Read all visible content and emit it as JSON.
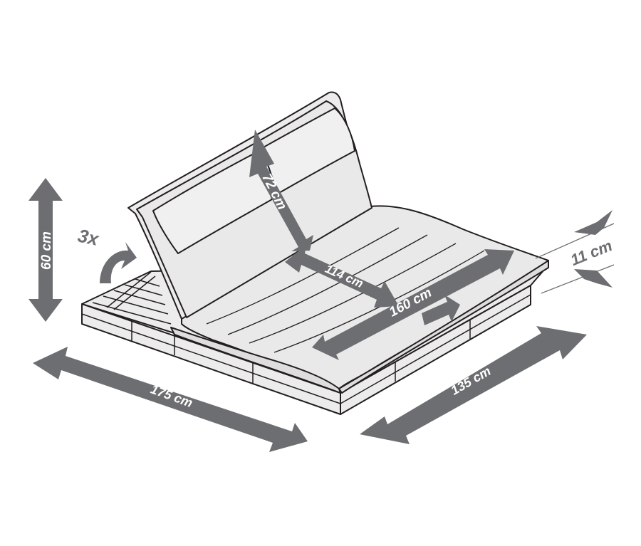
{
  "colors": {
    "arrow": "#6d6e71",
    "label_on_arrow": "#ffffff",
    "label_outside": "#6d6e71",
    "line": "#231f20",
    "cushion": "#e9e9e9",
    "frame": "#ececec"
  },
  "labels": {
    "backrest_height": "72 cm",
    "backrest_width": "114 cm",
    "seat_length": "160 cm",
    "frame_height": "60 cm",
    "frame_length": "175 cm",
    "frame_width": "135 cm",
    "cushion_thickness": "11 cm",
    "adjust_positions": "3x"
  },
  "icons": {
    "adjust": "curved-rotate-arrow-icon",
    "slide": "slide-arrow-icon"
  }
}
